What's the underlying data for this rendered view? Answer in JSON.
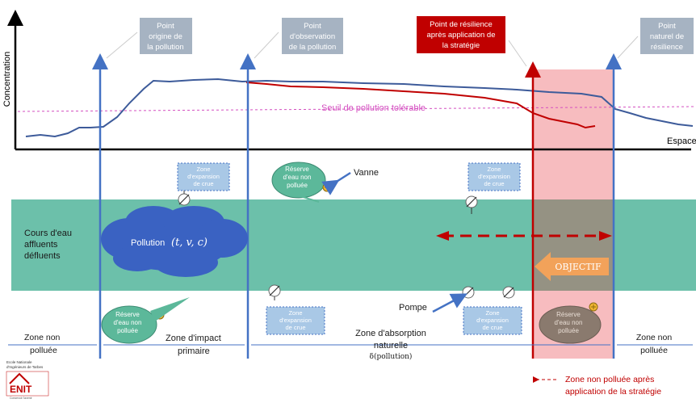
{
  "chart": {
    "ylabel": "Concentration",
    "xlabel": "Espace",
    "threshold_label": "Seuil de pollution tolérable"
  },
  "callouts": {
    "origin": [
      "Point",
      "origine de",
      "la pollution"
    ],
    "observation": [
      "Point",
      "d'observation",
      "de la pollution"
    ],
    "resilience_after": [
      "Point de résilience",
      "après application de",
      "la stratégie"
    ],
    "natural_resilience": [
      "Point",
      "naturel de",
      "résilience"
    ]
  },
  "river": {
    "label": [
      "Cours d'eau",
      "affluents",
      "défluents"
    ],
    "pollution_label": "Pollution",
    "pollution_vars": "(t, v, c)",
    "objective": "OBJECTIF"
  },
  "reserves": {
    "top": [
      "Réserve",
      "d'eau non",
      "polluée"
    ],
    "bottom_left": [
      "Réserve",
      "d'eau non",
      "polluée"
    ],
    "bottom_right": [
      "Réserve",
      "d'eau non",
      "polluée"
    ]
  },
  "flood_zones": {
    "top_left": [
      "Zone",
      "d'expansion",
      "de crue"
    ],
    "top_right": [
      "Zone",
      "d'expansion",
      "de crue"
    ],
    "bottom_left": [
      "Zone",
      "d'expansion",
      "de crue"
    ],
    "bottom_right": [
      "Zone",
      "d'expansion",
      "de crue"
    ]
  },
  "equipment": {
    "valve": "Vanne",
    "pump": "Pompe"
  },
  "zones": {
    "left": [
      "Zone non",
      "polluée"
    ],
    "impact": [
      "Zone d'impact",
      "primaire"
    ],
    "absorption": [
      "Zone d'absorption",
      "naturelle",
      "δ(pollution)"
    ],
    "right": [
      "Zone non",
      "polluée"
    ],
    "after_strategy": [
      "Zone non polluée après",
      "application de la stratégie"
    ]
  },
  "logo": {
    "line1": "Ecole Nationale",
    "line2": "d'Ingénieurs de Tarbes",
    "name": "ENIT",
    "tagline": "Concevoir l'avenir"
  },
  "colors": {
    "river": "#6cc0aa",
    "blue_line": "#4472c4",
    "red": "#c00000",
    "pink_band": "#f4a6aa",
    "threshold": "#d44fc0",
    "callout_gray": "#a6b3c2",
    "reserve": "#5cb89a",
    "objective": "#f2a25a"
  }
}
